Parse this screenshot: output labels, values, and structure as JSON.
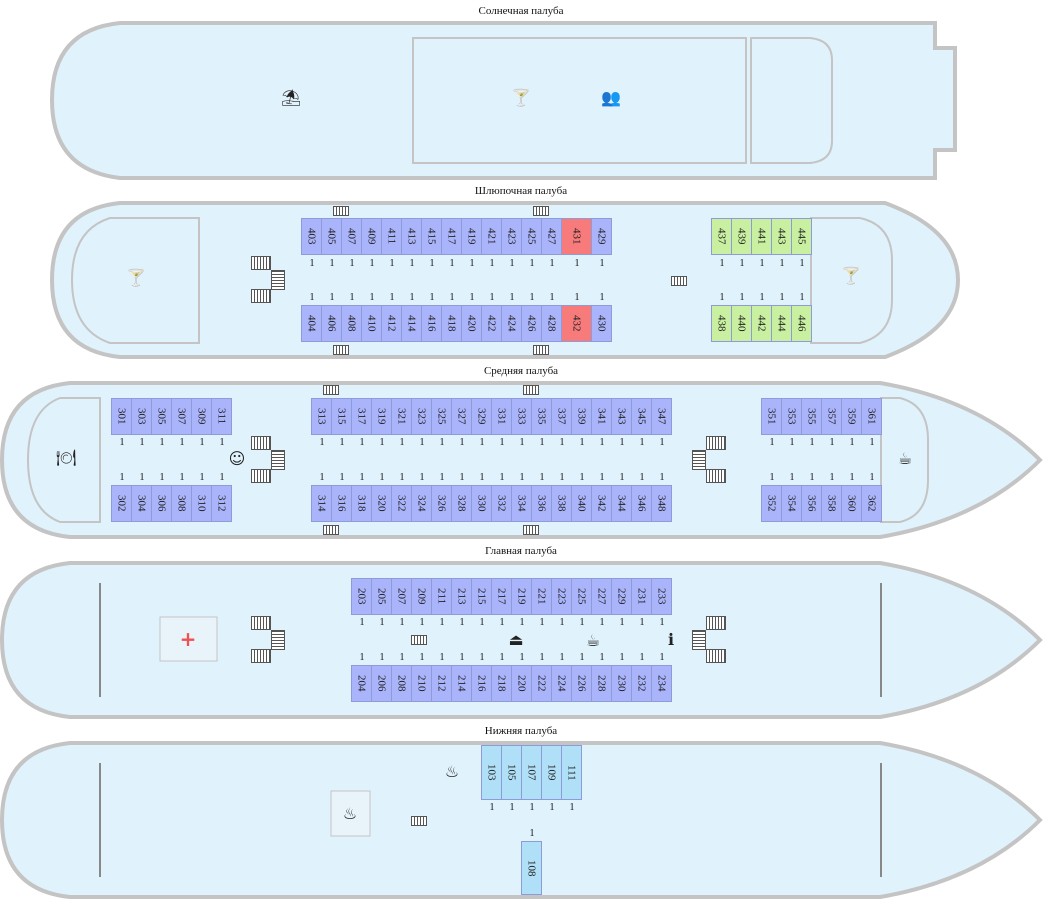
{
  "colors": {
    "hull_fill": "#e0f2fc",
    "hull_stroke": "#c4c4c4",
    "available": "#aab4fa",
    "booked": "#f77b7b",
    "special": "#c8f0a0",
    "lower": "#b0e0f8"
  },
  "decks": [
    {
      "id": "sun",
      "title": "Солнечная палуба",
      "icons": [
        "beach-umbrella-icon",
        "cocktail-icon",
        "audience-icon"
      ]
    },
    {
      "id": "boat",
      "title": "Шлюпочная палуба",
      "rows": [
        {
          "cabins": [
            [
              "403",
              "available"
            ],
            [
              "405",
              "available"
            ],
            [
              "407",
              "available"
            ],
            [
              "409",
              "available"
            ],
            [
              "411",
              "available"
            ],
            [
              "413",
              "available"
            ],
            [
              "415",
              "available"
            ],
            [
              "417",
              "available"
            ],
            [
              "419",
              "available"
            ],
            [
              "421",
              "available"
            ],
            [
              "423",
              "available"
            ],
            [
              "425",
              "available"
            ],
            [
              "427",
              "available"
            ],
            [
              "431",
              "booked"
            ],
            [
              "429",
              "available"
            ]
          ]
        },
        {
          "cabins": [
            [
              "404",
              "available"
            ],
            [
              "406",
              "available"
            ],
            [
              "408",
              "available"
            ],
            [
              "410",
              "available"
            ],
            [
              "412",
              "available"
            ],
            [
              "414",
              "available"
            ],
            [
              "416",
              "available"
            ],
            [
              "418",
              "available"
            ],
            [
              "420",
              "available"
            ],
            [
              "422",
              "available"
            ],
            [
              "424",
              "available"
            ],
            [
              "426",
              "available"
            ],
            [
              "428",
              "available"
            ],
            [
              "432",
              "booked"
            ],
            [
              "430",
              "available"
            ]
          ]
        },
        {
          "cabins": [
            [
              "437",
              "special"
            ],
            [
              "439",
              "special"
            ],
            [
              "441",
              "special"
            ],
            [
              "443",
              "special"
            ],
            [
              "445",
              "special"
            ]
          ]
        },
        {
          "cabins": [
            [
              "438",
              "special"
            ],
            [
              "440",
              "special"
            ],
            [
              "442",
              "special"
            ],
            [
              "444",
              "special"
            ],
            [
              "446",
              "special"
            ]
          ]
        }
      ],
      "berths": "1"
    },
    {
      "id": "middle",
      "title": "Средняя палуба",
      "rows": [
        {
          "cabins": [
            [
              "301",
              "available"
            ],
            [
              "303",
              "available"
            ],
            [
              "305",
              "available"
            ],
            [
              "307",
              "available"
            ],
            [
              "309",
              "available"
            ],
            [
              "311",
              "available"
            ]
          ]
        },
        {
          "cabins": [
            [
              "302",
              "available"
            ],
            [
              "304",
              "available"
            ],
            [
              "306",
              "available"
            ],
            [
              "308",
              "available"
            ],
            [
              "310",
              "available"
            ],
            [
              "312",
              "available"
            ]
          ]
        },
        {
          "cabins": [
            [
              "313",
              "available"
            ],
            [
              "315",
              "available"
            ],
            [
              "317",
              "available"
            ],
            [
              "319",
              "available"
            ],
            [
              "321",
              "available"
            ],
            [
              "323",
              "available"
            ],
            [
              "325",
              "available"
            ],
            [
              "327",
              "available"
            ],
            [
              "329",
              "available"
            ],
            [
              "331",
              "available"
            ],
            [
              "333",
              "available"
            ],
            [
              "335",
              "available"
            ],
            [
              "337",
              "available"
            ],
            [
              "339",
              "available"
            ],
            [
              "341",
              "available"
            ],
            [
              "343",
              "available"
            ],
            [
              "345",
              "available"
            ],
            [
              "347",
              "available"
            ]
          ]
        },
        {
          "cabins": [
            [
              "314",
              "available"
            ],
            [
              "316",
              "available"
            ],
            [
              "318",
              "available"
            ],
            [
              "320",
              "available"
            ],
            [
              "322",
              "available"
            ],
            [
              "324",
              "available"
            ],
            [
              "326",
              "available"
            ],
            [
              "328",
              "available"
            ],
            [
              "330",
              "available"
            ],
            [
              "332",
              "available"
            ],
            [
              "334",
              "available"
            ],
            [
              "336",
              "available"
            ],
            [
              "338",
              "available"
            ],
            [
              "340",
              "available"
            ],
            [
              "342",
              "available"
            ],
            [
              "344",
              "available"
            ],
            [
              "346",
              "available"
            ],
            [
              "348",
              "available"
            ]
          ]
        },
        {
          "cabins": [
            [
              "351",
              "available"
            ],
            [
              "353",
              "available"
            ],
            [
              "355",
              "available"
            ],
            [
              "357",
              "available"
            ],
            [
              "359",
              "available"
            ],
            [
              "361",
              "available"
            ]
          ]
        },
        {
          "cabins": [
            [
              "352",
              "available"
            ],
            [
              "354",
              "available"
            ],
            [
              "356",
              "available"
            ],
            [
              "358",
              "available"
            ],
            [
              "360",
              "available"
            ],
            [
              "362",
              "available"
            ]
          ]
        }
      ],
      "berths": "1"
    },
    {
      "id": "main",
      "title": "Главная палуба",
      "rows": [
        {
          "cabins": [
            [
              "203",
              "available"
            ],
            [
              "205",
              "available"
            ],
            [
              "207",
              "available"
            ],
            [
              "209",
              "available"
            ],
            [
              "211",
              "available"
            ],
            [
              "213",
              "available"
            ],
            [
              "215",
              "available"
            ],
            [
              "217",
              "available"
            ],
            [
              "219",
              "available"
            ],
            [
              "221",
              "available"
            ],
            [
              "223",
              "available"
            ],
            [
              "225",
              "available"
            ],
            [
              "227",
              "available"
            ],
            [
              "229",
              "available"
            ],
            [
              "231",
              "available"
            ],
            [
              "233",
              "available"
            ]
          ]
        },
        {
          "cabins": [
            [
              "204",
              "available"
            ],
            [
              "206",
              "available"
            ],
            [
              "208",
              "available"
            ],
            [
              "210",
              "available"
            ],
            [
              "212",
              "available"
            ],
            [
              "214",
              "available"
            ],
            [
              "216",
              "available"
            ],
            [
              "218",
              "available"
            ],
            [
              "220",
              "available"
            ],
            [
              "222",
              "available"
            ],
            [
              "224",
              "available"
            ],
            [
              "226",
              "available"
            ],
            [
              "228",
              "available"
            ],
            [
              "230",
              "available"
            ],
            [
              "232",
              "available"
            ],
            [
              "234",
              "available"
            ]
          ]
        }
      ],
      "berths": "1"
    },
    {
      "id": "lower",
      "title": "Нижняя палуба",
      "rows": [
        {
          "cabins": [
            [
              "103",
              "lower"
            ],
            [
              "105",
              "lower"
            ],
            [
              "107",
              "lower"
            ],
            [
              "109",
              "lower"
            ],
            [
              "111",
              "lower"
            ]
          ]
        },
        {
          "cabins": [
            [
              "108",
              "lower"
            ]
          ]
        }
      ],
      "berths": "1"
    }
  ]
}
